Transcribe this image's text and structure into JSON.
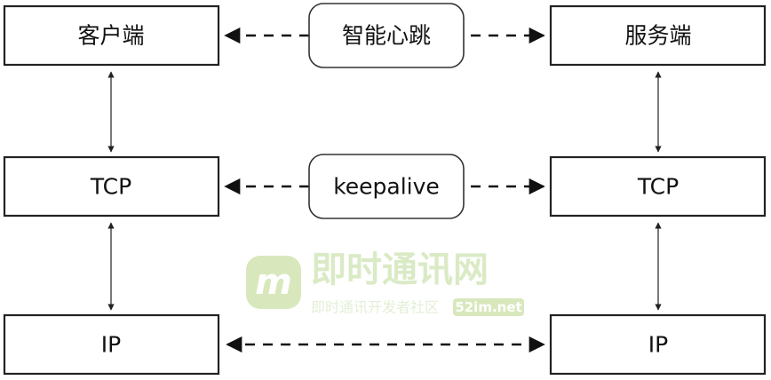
{
  "left": {
    "app": "客户端",
    "tcp": "TCP",
    "ip": "IP"
  },
  "right": {
    "app": "服务端",
    "tcp": "TCP",
    "ip": "IP"
  },
  "links": {
    "app": "智能心跳",
    "tcp": "keepalive"
  },
  "watermark": {
    "logo": "m",
    "title": "即时通讯网",
    "subtitle": "即时通讯开发者社区",
    "badge": "52im.net"
  },
  "colors": {
    "watermark_green": "#c9e0a6",
    "stroke": "#222222"
  }
}
